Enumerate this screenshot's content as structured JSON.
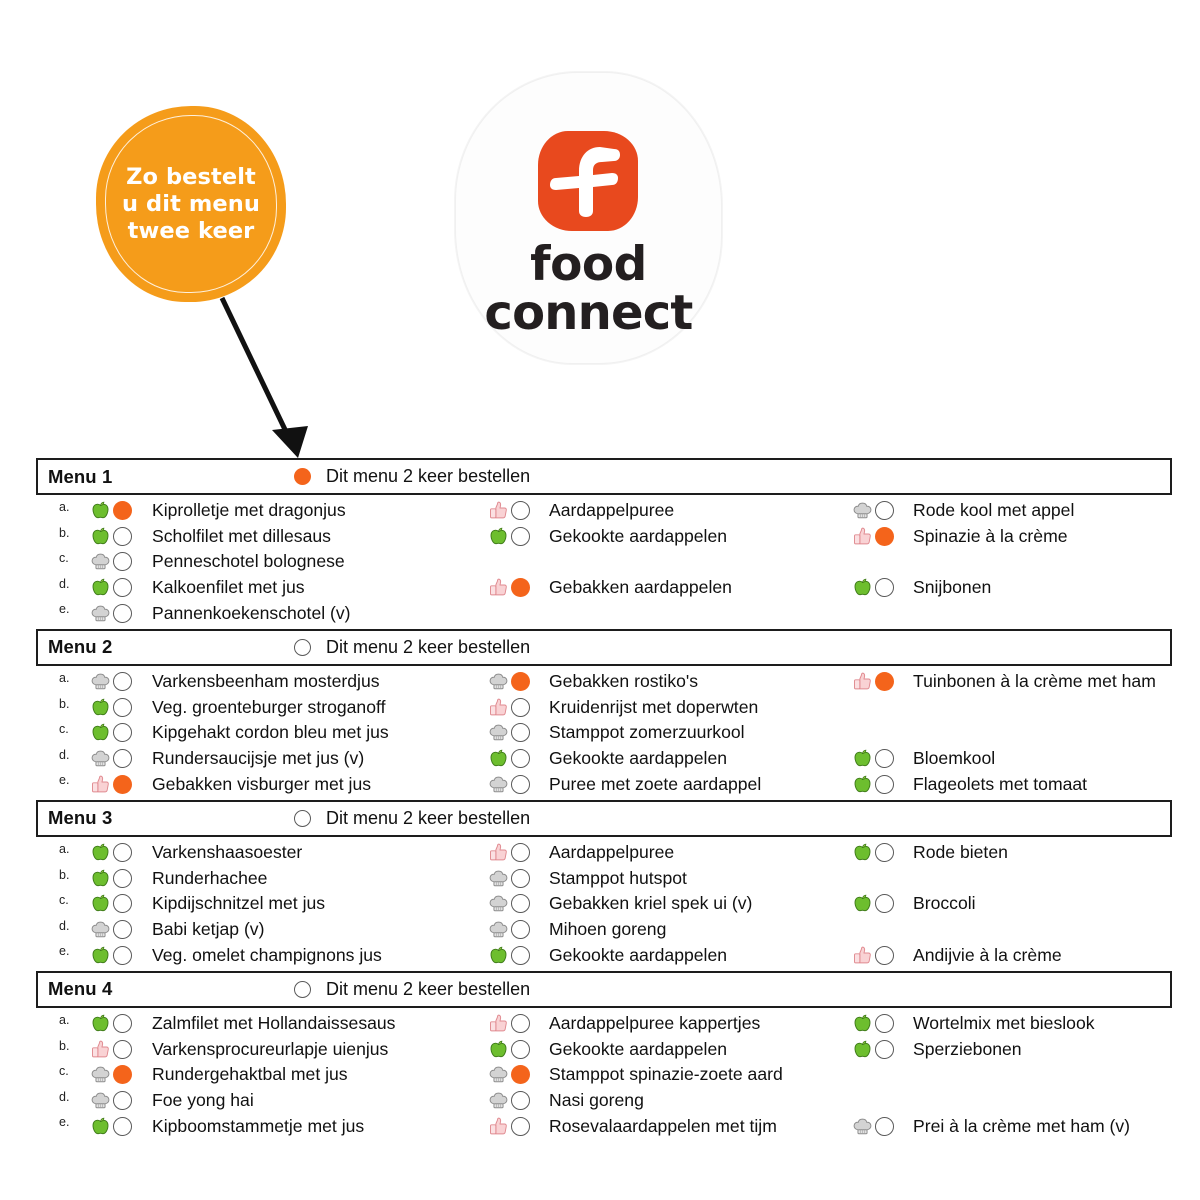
{
  "badge": {
    "lines": [
      "Zo bestelt",
      "u dit menu",
      "twee keer"
    ],
    "color": "#F59C1A"
  },
  "logo": {
    "line1": "food",
    "line2": "connect",
    "mark_color": "#E8491E"
  },
  "colors": {
    "orange_dot": "#F4641B",
    "apple_green": "#63B92F",
    "chef_gray": "#BDBDBD",
    "thumb_pink": "#F6C9CA"
  },
  "order_label": "Dit menu 2 keer bestellen",
  "letters": [
    "a.",
    "b.",
    "c.",
    "d.",
    "e."
  ],
  "menus": [
    {
      "title": "Menu 1",
      "header_dot": "on",
      "rows": [
        {
          "letter": "a.",
          "c1": {
            "icon": "apple",
            "dot": "on",
            "label": "Kiprolletje met dragonjus"
          },
          "c2": {
            "icon": "thumb",
            "dot": "off",
            "label": "Aardappelpuree"
          },
          "c3": {
            "icon": "chef",
            "dot": "off",
            "label": "Rode kool met appel"
          }
        },
        {
          "letter": "b.",
          "c1": {
            "icon": "apple",
            "dot": "off",
            "label": "Scholfilet met dillesaus"
          },
          "c2": {
            "icon": "apple",
            "dot": "off",
            "label": "Gekookte aardappelen"
          },
          "c3": {
            "icon": "thumb",
            "dot": "on",
            "label": "Spinazie à la crème"
          }
        },
        {
          "letter": "c.",
          "c1": {
            "icon": "chef",
            "dot": "off",
            "label": "Penneschotel bolognese"
          },
          "c2": null,
          "c3": null
        },
        {
          "letter": "d.",
          "c1": {
            "icon": "apple",
            "dot": "off",
            "label": "Kalkoenfilet met jus"
          },
          "c2": {
            "icon": "thumb",
            "dot": "on",
            "label": "Gebakken aardappelen"
          },
          "c3": {
            "icon": "apple",
            "dot": "off",
            "label": "Snijbonen"
          }
        },
        {
          "letter": "e.",
          "c1": {
            "icon": "chef",
            "dot": "off",
            "label": "Pannenkoekenschotel (v)"
          },
          "c2": null,
          "c3": null
        }
      ]
    },
    {
      "title": "Menu 2",
      "header_dot": "off",
      "rows": [
        {
          "letter": "a.",
          "c1": {
            "icon": "chef",
            "dot": "off",
            "label": "Varkensbeenham mosterdjus"
          },
          "c2": {
            "icon": "chef",
            "dot": "on",
            "label": "Gebakken rostiko's"
          },
          "c3": {
            "icon": "thumb",
            "dot": "on",
            "label": "Tuinbonen à la crème met ham"
          }
        },
        {
          "letter": "b.",
          "c1": {
            "icon": "apple",
            "dot": "off",
            "label": "Veg. groenteburger stroganoff"
          },
          "c2": {
            "icon": "thumb",
            "dot": "off",
            "label": "Kruidenrijst met doperwten"
          },
          "c3": null
        },
        {
          "letter": "c.",
          "c1": {
            "icon": "apple",
            "dot": "off",
            "label": "Kipgehakt cordon bleu met jus"
          },
          "c2": {
            "icon": "chef",
            "dot": "off",
            "label": "Stamppot zomerzuurkool"
          },
          "c3": null
        },
        {
          "letter": "d.",
          "c1": {
            "icon": "chef",
            "dot": "off",
            "label": "Rundersaucijsje met jus (v)"
          },
          "c2": {
            "icon": "apple",
            "dot": "off",
            "label": "Gekookte aardappelen"
          },
          "c3": {
            "icon": "apple",
            "dot": "off",
            "label": "Bloemkool"
          }
        },
        {
          "letter": "e.",
          "c1": {
            "icon": "thumb",
            "dot": "on",
            "label": "Gebakken visburger met jus"
          },
          "c2": {
            "icon": "chef",
            "dot": "off",
            "label": "Puree met zoete aardappel"
          },
          "c3": {
            "icon": "apple",
            "dot": "off",
            "label": "Flageolets met tomaat"
          }
        }
      ]
    },
    {
      "title": "Menu 3",
      "header_dot": "off",
      "rows": [
        {
          "letter": "a.",
          "c1": {
            "icon": "apple",
            "dot": "off",
            "label": "Varkenshaasoester"
          },
          "c2": {
            "icon": "thumb",
            "dot": "off",
            "label": "Aardappelpuree"
          },
          "c3": {
            "icon": "apple",
            "dot": "off",
            "label": "Rode bieten"
          }
        },
        {
          "letter": "b.",
          "c1": {
            "icon": "apple",
            "dot": "off",
            "label": "Runderhachee"
          },
          "c2": {
            "icon": "chef",
            "dot": "off",
            "label": "Stamppot hutspot"
          },
          "c3": null
        },
        {
          "letter": "c.",
          "c1": {
            "icon": "apple",
            "dot": "off",
            "label": "Kipdijschnitzel met jus"
          },
          "c2": {
            "icon": "chef",
            "dot": "off",
            "label": "Gebakken kriel spek ui (v)"
          },
          "c3": {
            "icon": "apple",
            "dot": "off",
            "label": "Broccoli"
          }
        },
        {
          "letter": "d.",
          "c1": {
            "icon": "chef",
            "dot": "off",
            "label": "Babi ketjap (v)"
          },
          "c2": {
            "icon": "chef",
            "dot": "off",
            "label": "Mihoen goreng"
          },
          "c3": null
        },
        {
          "letter": "e.",
          "c1": {
            "icon": "apple",
            "dot": "off",
            "label": "Veg. omelet champignons jus"
          },
          "c2": {
            "icon": "apple",
            "dot": "off",
            "label": "Gekookte aardappelen"
          },
          "c3": {
            "icon": "thumb",
            "dot": "off",
            "label": "Andijvie à la crème"
          }
        }
      ]
    },
    {
      "title": "Menu 4",
      "header_dot": "off",
      "rows": [
        {
          "letter": "a.",
          "c1": {
            "icon": "apple",
            "dot": "off",
            "label": "Zalmfilet met Hollandaissesaus"
          },
          "c2": {
            "icon": "thumb",
            "dot": "off",
            "label": "Aardappelpuree kappertjes"
          },
          "c3": {
            "icon": "apple",
            "dot": "off",
            "label": "Wortelmix met bieslook"
          }
        },
        {
          "letter": "b.",
          "c1": {
            "icon": "thumb",
            "dot": "off",
            "label": "Varkensprocureurlapje uienjus"
          },
          "c2": {
            "icon": "apple",
            "dot": "off",
            "label": "Gekookte aardappelen"
          },
          "c3": {
            "icon": "apple",
            "dot": "off",
            "label": "Sperziebonen"
          }
        },
        {
          "letter": "c.",
          "c1": {
            "icon": "chef",
            "dot": "on",
            "label": "Rundergehaktbal met jus"
          },
          "c2": {
            "icon": "chef",
            "dot": "on",
            "label": "Stamppot spinazie-zoete aard"
          },
          "c3": null
        },
        {
          "letter": "d.",
          "c1": {
            "icon": "chef",
            "dot": "off",
            "label": "Foe yong hai"
          },
          "c2": {
            "icon": "chef",
            "dot": "off",
            "label": "Nasi goreng"
          },
          "c3": null
        },
        {
          "letter": "e.",
          "c1": {
            "icon": "apple",
            "dot": "off",
            "label": "Kipboomstammetje met jus"
          },
          "c2": {
            "icon": "thumb",
            "dot": "off",
            "label": "Rosevalaardappelen met tijm"
          },
          "c3": {
            "icon": "chef",
            "dot": "off",
            "label": "Prei à la crème met ham (v)"
          }
        }
      ]
    }
  ]
}
